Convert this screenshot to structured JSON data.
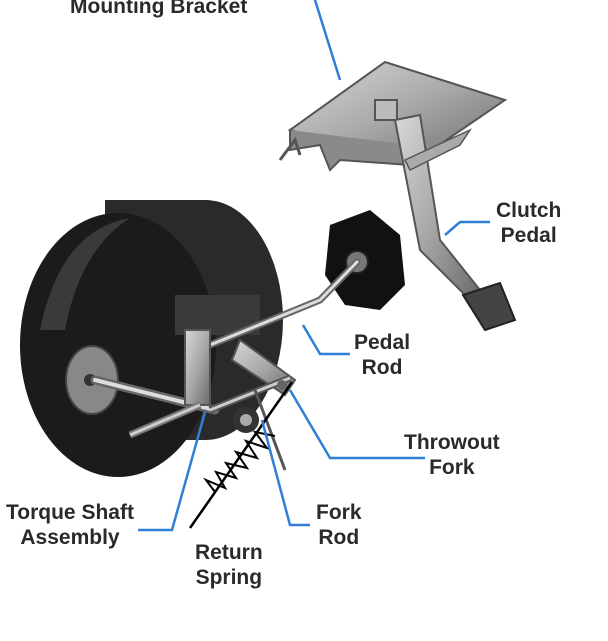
{
  "labels": {
    "mounting_bracket": "Mounting Bracket",
    "clutch_pedal": [
      "Clutch",
      "Pedal"
    ],
    "pedal_rod": [
      "Pedal",
      "Rod"
    ],
    "throwout_fork": [
      "Throwout",
      "Fork"
    ],
    "torque_shaft_assembly": [
      "Torque Shaft",
      "Assembly"
    ],
    "fork_rod": [
      "Fork",
      "Rod"
    ],
    "return_spring": [
      "Return",
      "Spring"
    ]
  },
  "colors": {
    "leader_line": "#2f7fd6",
    "label_text": "#2a2a2a",
    "flywheel": "#1b1b1b",
    "metal": "#9a9a9a",
    "pedal_disc": "#111111"
  }
}
